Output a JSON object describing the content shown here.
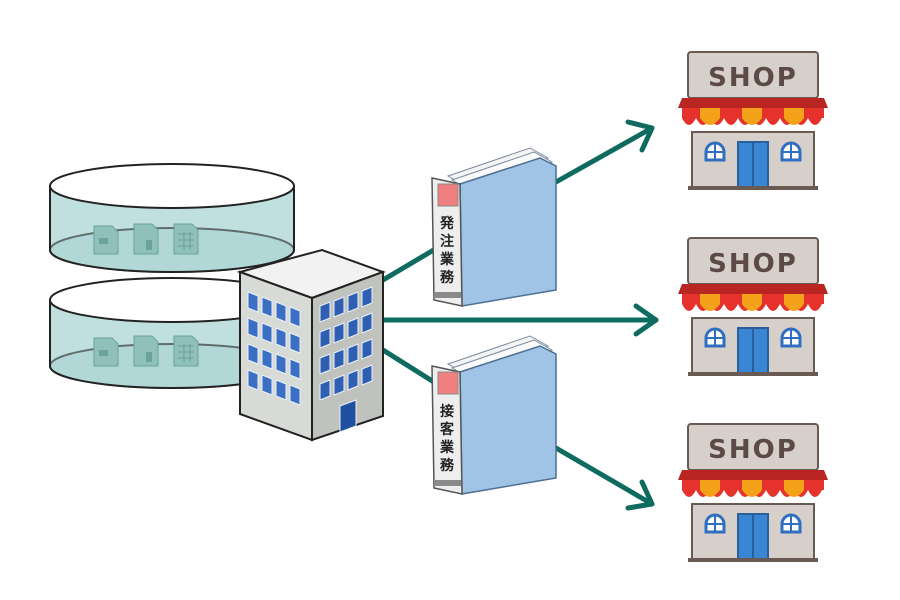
{
  "binders": [
    {
      "id": "ordering",
      "label": "発注業務"
    },
    {
      "id": "customer",
      "label": "接客業務"
    }
  ],
  "shops": [
    {
      "id": "shop-1",
      "sign": "SHOP"
    },
    {
      "id": "shop-2",
      "sign": "SHOP"
    },
    {
      "id": "shop-3",
      "sign": "SHOP"
    }
  ],
  "colors": {
    "arrow": "#0f6b5f",
    "database_fill": "#bfe0df",
    "database_stroke": "#222222",
    "binder_cover": "#9fc4e6",
    "binder_spine": "#eeeeee",
    "binder_tab": "#f08080",
    "awning_red": "#e5322d",
    "awning_orange": "#f5a21b",
    "shop_wall": "#d7cfc9",
    "shop_sign": "#d7cfc9",
    "building_window": "#3a6fc4"
  }
}
